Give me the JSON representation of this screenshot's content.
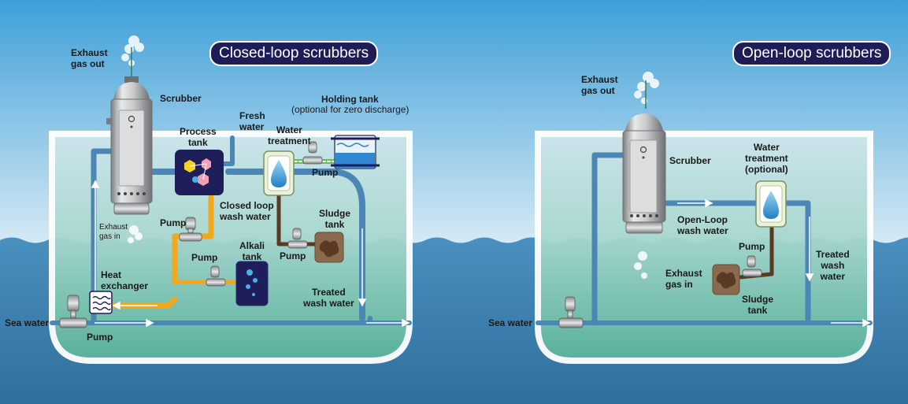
{
  "colors": {
    "sky_top": "#3e9fd8",
    "sky_bottom": "#cfe6f3",
    "sea": "#3b7fae",
    "hull_water": "#5bb59a",
    "pipe_blue": "#4b86b5",
    "pipe_orange": "#f2a81d",
    "pipe_brown": "#5a3a22",
    "title_bg": "#1e1d57",
    "tank_navy": "#1d1e5a"
  },
  "closed_loop": {
    "title": "Closed-loop scrubbers",
    "labels": {
      "exhaust_out": "Exhaust\ngas out",
      "scrubber": "Scrubber",
      "process_tank": "Process\ntank",
      "fresh_water": "Fresh\nwater",
      "water_treatment": "Water\ntreatment",
      "holding_tank": "Holding tank",
      "holding_tank_note": "(optional for zero discharge)",
      "pump_treatment": "Pump",
      "closed_loop_wash": "Closed loop\nwash water",
      "sludge_tank": "Sludge\ntank",
      "pump_upper": "Pump",
      "exhaust_in": "Exhaust\ngas in",
      "pump_middle": "Pump",
      "alkali_tank": "Alkali\ntank",
      "pump_sludge": "Pump",
      "heat_exchanger": "Heat\nexchanger",
      "treated_wash": "Treated\nwash water",
      "sea_water": "Sea water",
      "pump_sea": "Pump"
    }
  },
  "open_loop": {
    "title": "Open-loop scrubbers",
    "labels": {
      "exhaust_out": "Exhaust\ngas out",
      "scrubber": "Scrubber",
      "water_treatment": "Water\ntreatment\n(optional)",
      "open_loop_wash": "Open-Loop\nwash water",
      "pump": "Pump",
      "exhaust_in": "Exhaust\ngas in",
      "treated_wash": "Treated\nwash\nwater",
      "sludge_tank": "Sludge\ntank",
      "sea_water": "Sea water"
    }
  }
}
